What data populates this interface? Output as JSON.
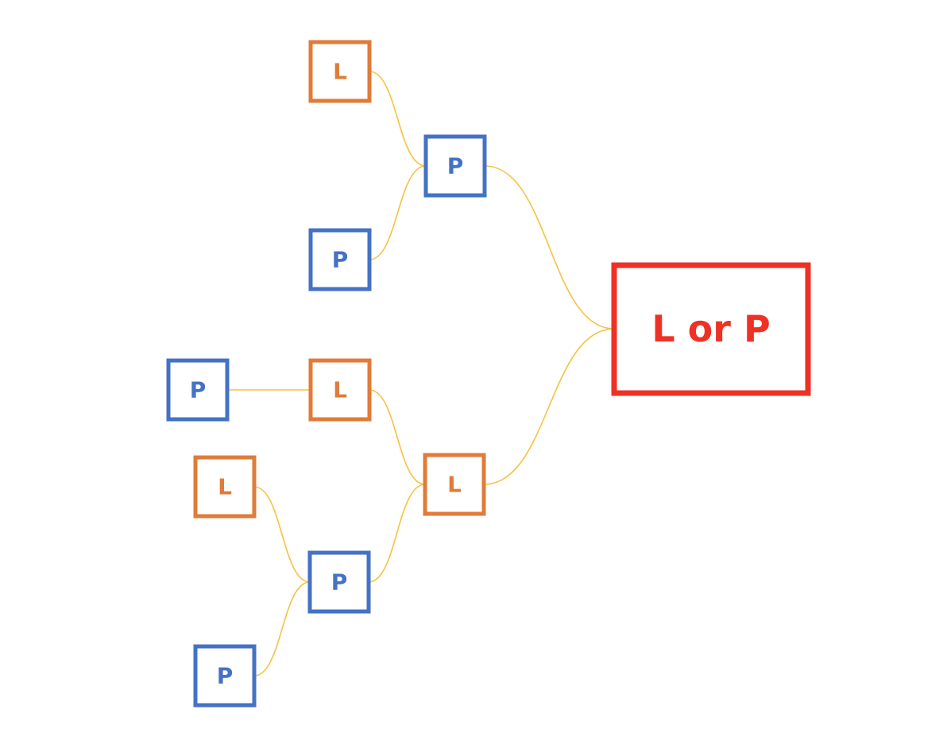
{
  "colors": {
    "L": "#E07B39",
    "P": "#4472C4",
    "root": "#EE3124",
    "connector": "#F5C242"
  },
  "root": {
    "label": "L or P"
  },
  "nodes": [
    {
      "id": "n1",
      "type": "L",
      "label": "L"
    },
    {
      "id": "n2",
      "type": "P",
      "label": "P"
    },
    {
      "id": "n3",
      "type": "P",
      "label": "P"
    },
    {
      "id": "n4",
      "type": "P",
      "label": "P"
    },
    {
      "id": "n5",
      "type": "L",
      "label": "L"
    },
    {
      "id": "n6",
      "type": "L",
      "label": "L"
    },
    {
      "id": "n7",
      "type": "L",
      "label": "L"
    },
    {
      "id": "n8",
      "type": "P",
      "label": "P"
    },
    {
      "id": "n9",
      "type": "P",
      "label": "P"
    }
  ],
  "edges": [
    {
      "from": "n1",
      "to": "n2"
    },
    {
      "from": "n3",
      "to": "n2"
    },
    {
      "from": "n2",
      "to": "root"
    },
    {
      "from": "n4",
      "to": "n5"
    },
    {
      "from": "n5",
      "to": "n6"
    },
    {
      "from": "n7",
      "to": "n8"
    },
    {
      "from": "n9",
      "to": "n8"
    },
    {
      "from": "n8",
      "to": "n6"
    },
    {
      "from": "n6",
      "to": "root"
    }
  ]
}
